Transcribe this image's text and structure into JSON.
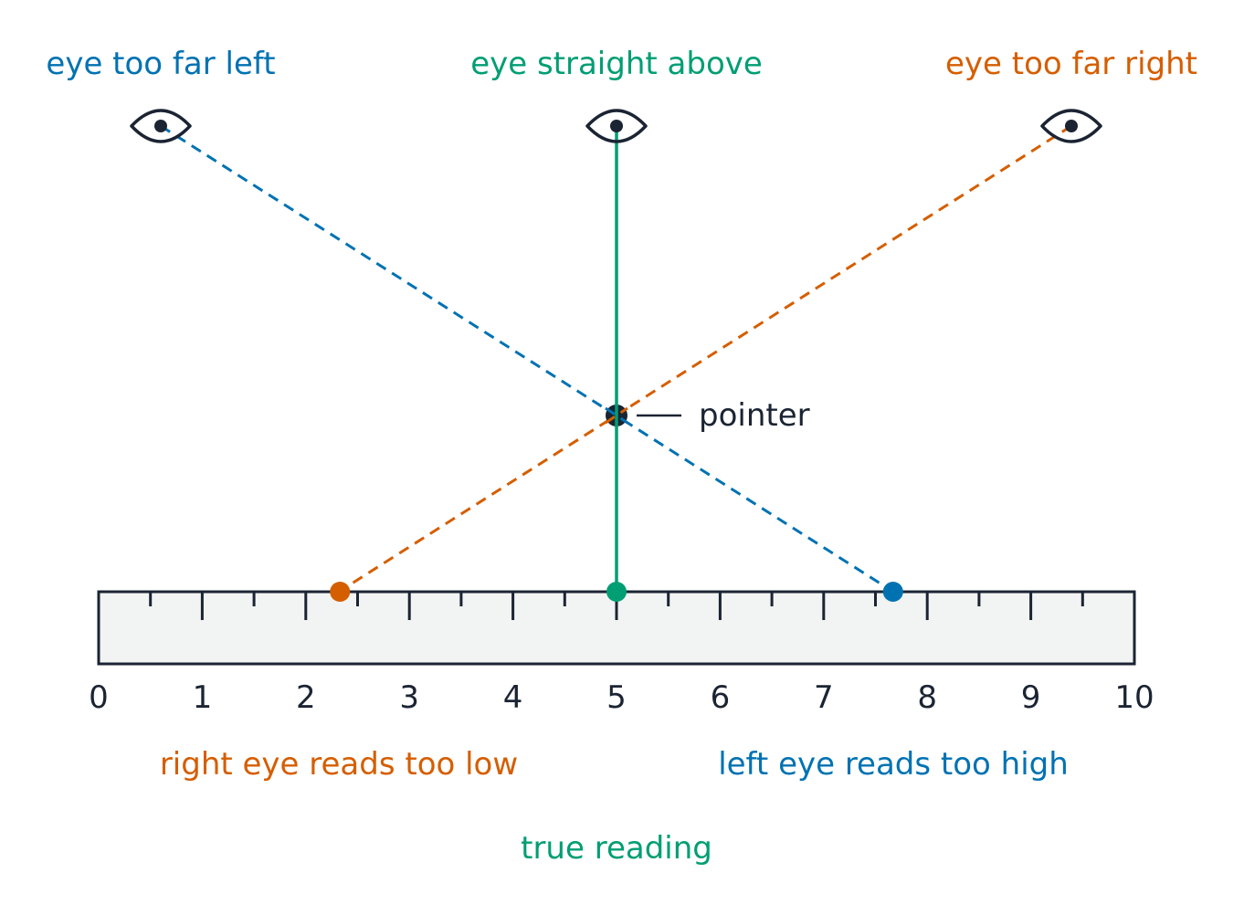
{
  "colors": {
    "left": "#0072b2",
    "center": "#009e73",
    "right": "#d55e00",
    "ink": "#1b2433",
    "ruler_fill": "#f2f3f3"
  },
  "icons": {
    "eye": "eye-icon",
    "pointer": "pointer-dot"
  },
  "labels": {
    "eye_left": "eye too far left",
    "eye_center": "eye straight above",
    "eye_right": "eye too far right",
    "pointer": "pointer",
    "reading_low": "right eye reads too low",
    "reading_high": "left eye reads too high",
    "reading_true": "true reading"
  },
  "ruler": {
    "ticks": [
      "0",
      "1",
      "2",
      "3",
      "4",
      "5",
      "6",
      "7",
      "8",
      "9",
      "10"
    ],
    "min": 0,
    "max": 10,
    "minor_step": 0.5
  },
  "readings": {
    "true": 5,
    "left_eye": 7.67,
    "right_eye": 2.33
  }
}
